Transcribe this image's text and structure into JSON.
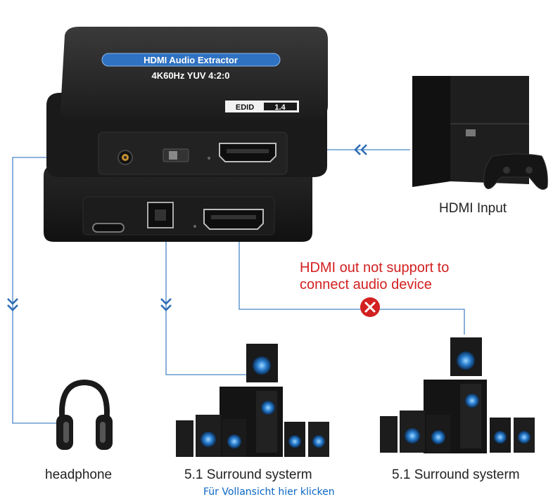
{
  "device": {
    "badge_prefix": "HDMI",
    "badge_text": "Audio Extractor",
    "spec": "4K60Hz  YUV 4:2:0",
    "edid_label": "EDID",
    "edid_value": "1.4"
  },
  "labels": {
    "hdmi_input": "HDMI Input",
    "warning": [
      "HDMI out not support to",
      "connect audio device"
    ],
    "headphone": "headphone",
    "surround_left": "5.1 Surround systerm",
    "surround_right": "5.1 Surround systerm",
    "full_view_link": "Für Vollansicht hier klicken"
  },
  "colors": {
    "line": "#4a86c8",
    "warning": "#d32020",
    "link": "#0b66c3",
    "device_body": "#1e1e1e"
  },
  "icons": [
    "chevron-left-icon",
    "chevron-down-icon",
    "x-circle-icon"
  ]
}
